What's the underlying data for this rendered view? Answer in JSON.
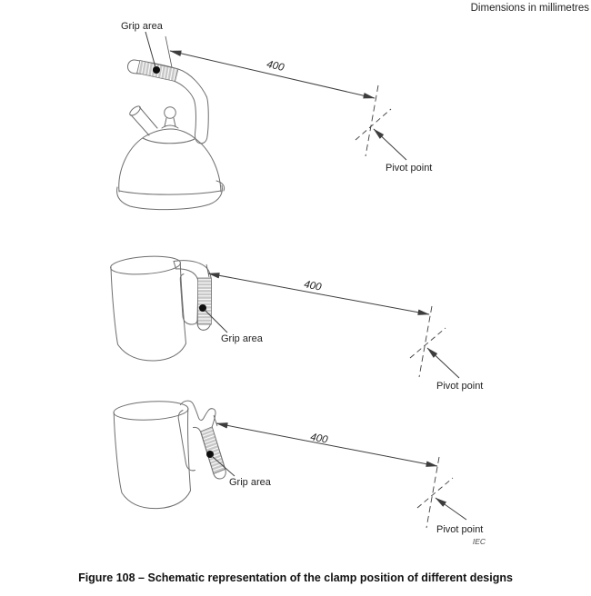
{
  "header": {
    "units_note": "Dimensions in millimetres"
  },
  "caption": "Figure 108 – Schematic representation of the clamp position of different designs",
  "source_tag": "IEC",
  "figures": [
    {
      "device": "kettle",
      "grip_label": "Grip area",
      "dimension_mm": "400",
      "pivot_label": "Pivot point"
    },
    {
      "device": "mug-with-vertical-handle",
      "grip_label": "Grip area",
      "dimension_mm": "400",
      "pivot_label": "Pivot point"
    },
    {
      "device": "mug-with-angled-handle",
      "grip_label": "Grip area",
      "dimension_mm": "400",
      "pivot_label": "Pivot point"
    }
  ],
  "colors": {
    "background": "#ffffff",
    "drawing_line": "#6e6e6e",
    "annotation_line": "#3d3d3d",
    "text": "#1f1f1f",
    "grip_fill": "#c7c7c7",
    "grip_dot": "#0d0d0d"
  }
}
